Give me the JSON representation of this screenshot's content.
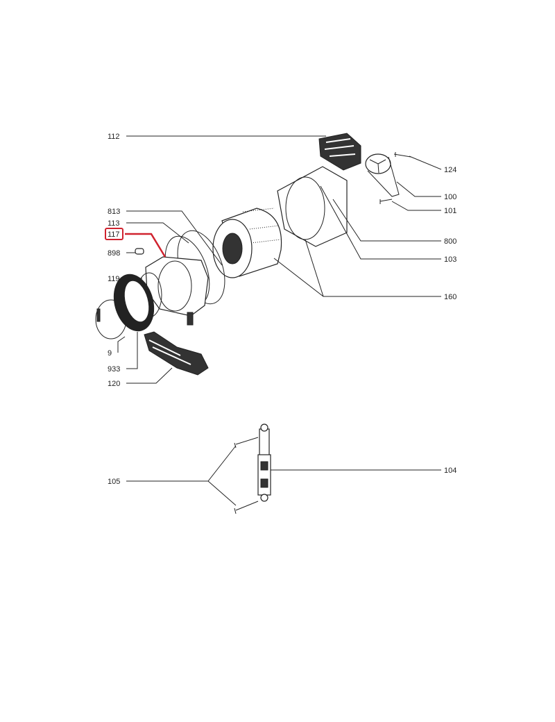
{
  "diagram": {
    "highlight_color": "#d0222e",
    "labels": {
      "l112": "112",
      "l124": "124",
      "l100": "100",
      "l101": "101",
      "l813": "813",
      "l113": "113",
      "l117": "117",
      "l898": "898",
      "l800": "800",
      "l103": "103",
      "l119": "119",
      "l160": "160",
      "l9": "9",
      "l933": "933",
      "l120": "120",
      "l105": "105",
      "l104": "104"
    },
    "highlighted_part": "117"
  }
}
